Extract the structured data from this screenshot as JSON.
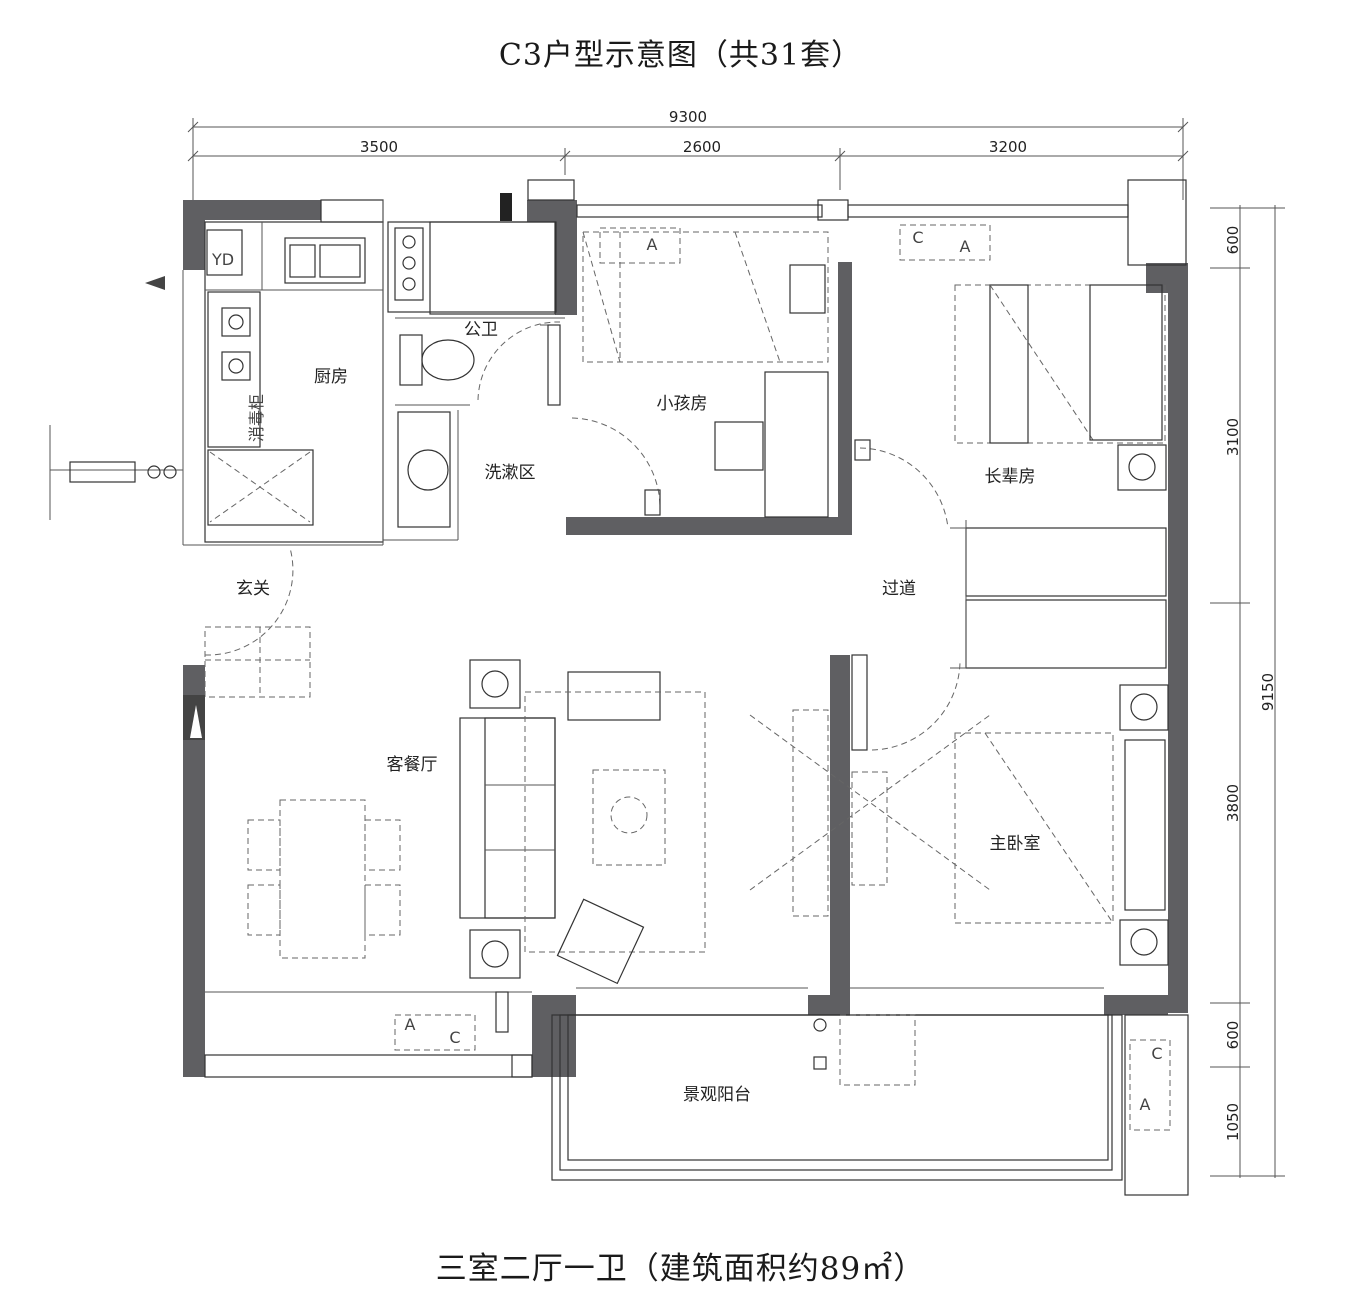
{
  "header": {
    "title": "C3户型示意图（共31套）"
  },
  "footer": {
    "summary": "三室二厅一卫（建筑面积约89㎡）"
  },
  "dimensions": {
    "top_total": "9300",
    "top_segments": [
      "3500",
      "2600",
      "3200"
    ],
    "right_total": "9150",
    "right_segments": [
      "600",
      "3100",
      "3800",
      "600",
      "1050"
    ]
  },
  "rooms": {
    "kitchen": "厨房",
    "public_bath": "公卫",
    "wash_area": "洗漱区",
    "kids_room": "小孩房",
    "elder_room": "长辈房",
    "corridor": "过道",
    "entrance": "玄关",
    "living_dining": "客餐厅",
    "master_bedroom": "主卧室",
    "balcony": "景观阳台"
  },
  "fixtures": {
    "yd": "YD",
    "disinfect_cabinet": "消毒柜",
    "ac_a": "A",
    "ac_c": "C"
  }
}
